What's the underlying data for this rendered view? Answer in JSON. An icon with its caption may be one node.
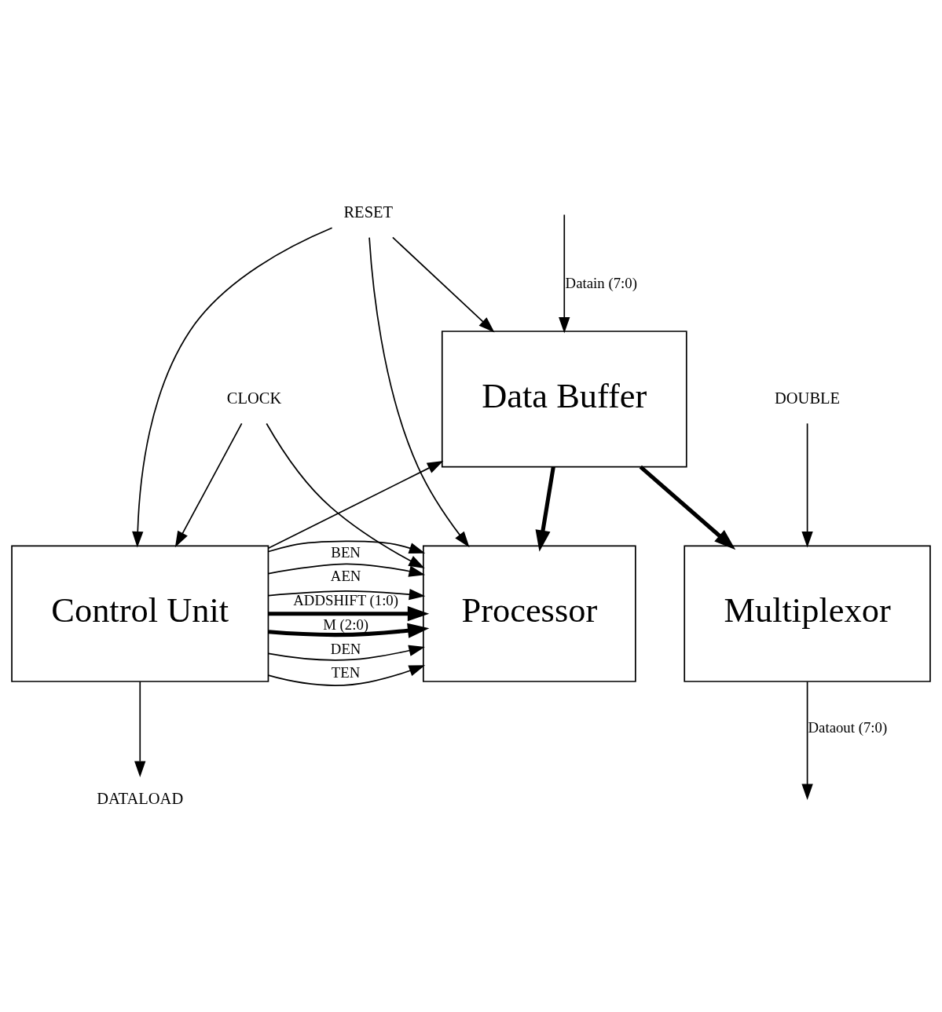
{
  "diagram": {
    "nodes": [
      {
        "text": [
          "Data Buffer"
        ]
      },
      {
        "text": [
          "Processor"
        ]
      },
      {
        "text": [
          "Control Unit"
        ]
      },
      {
        "text": [
          "Multiplexor"
        ]
      },
      {
        "text": [
          "DATALOAD"
        ]
      },
      {
        "text": [
          "RESET"
        ]
      },
      {
        "text": [
          "CLOCK"
        ]
      },
      {
        "text": [
          "DOUBLE"
        ]
      }
    ],
    "edges": [
      {
        "from": null,
        "to": 0,
        "arrow": "to",
        "label": "Datain (7:0)"
      },
      {
        "from": 0,
        "to": 1,
        "arrow": "to",
        "style": "thick"
      },
      {
        "from": 0,
        "to": 3,
        "arrow": "to",
        "style": "thick"
      },
      {
        "from": 2,
        "to": 0,
        "arrow": "to"
      },
      {
        "from": 2,
        "to": 4,
        "arrow": "to"
      },
      {
        "from": 5,
        "to": 2,
        "arrow": "to"
      },
      {
        "from": 5,
        "to": 0,
        "arrow": "to"
      },
      {
        "from": 5,
        "to": 1,
        "arrow": "to"
      },
      {
        "from": 6,
        "to": 2,
        "arrow": "to"
      },
      {
        "from": 6,
        "to": 1,
        "arrow": "to"
      },
      {
        "from": 2,
        "to": 1,
        "arrow": "to",
        "label": "AEN"
      },
      {
        "from": 2,
        "to": 1,
        "arrow": "to",
        "label": "BEN"
      },
      {
        "from": 2,
        "to": 1,
        "arrow": "to"
      },
      {
        "from": 2,
        "to": 1,
        "arrow": "to",
        "label": "TEN"
      },
      {
        "from": 2,
        "to": 1,
        "arrow": "to",
        "label": "DEN"
      },
      {
        "from": 2,
        "to": 1,
        "arrow": "to",
        "label": "M (2:0)",
        "style": "thick"
      },
      {
        "from": 2,
        "to": 1,
        "arrow": "to",
        "label": "ADDSHIFT (1:0)",
        "style": "thick"
      },
      {
        "from": 7,
        "to": 3,
        "arrow": "to"
      },
      {
        "from": 3,
        "to": null,
        "arrow": "to",
        "label": "Dataout (7:0)"
      }
    ]
  }
}
